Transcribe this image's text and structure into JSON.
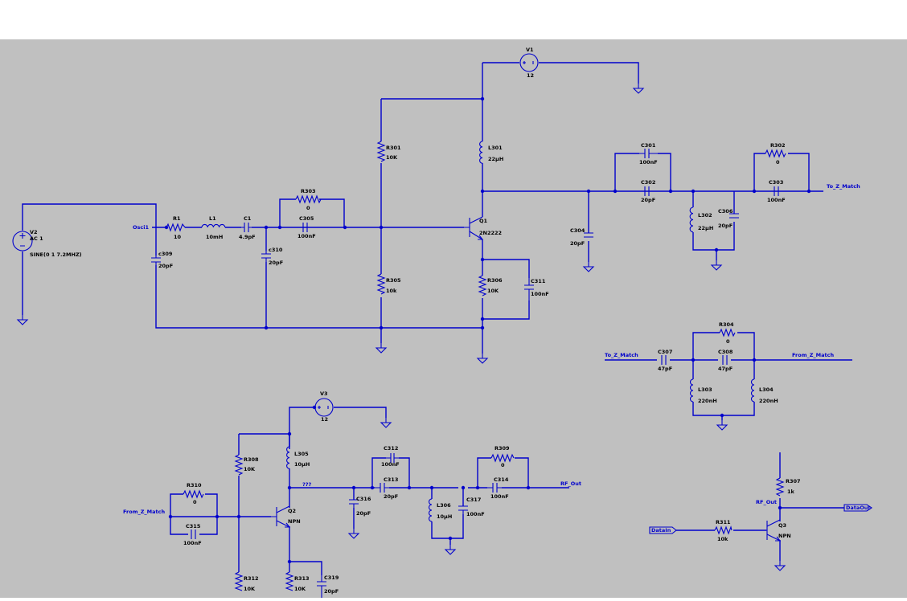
{
  "sources": {
    "v1": {
      "name": "V1",
      "value": "12"
    },
    "v2": {
      "name": "V2",
      "value": "AC 1",
      "extra": "SINE(0 1 7.2MHZ)"
    },
    "v3": {
      "name": "V3",
      "value": "12"
    }
  },
  "nets": {
    "osci1": "Osci1",
    "to_z_match_out": "To_Z_Match",
    "to_z_match_in": "To_Z_Match",
    "from_z_match_out": "From_Z_Match",
    "from_z_match_in": "From_Z_Match",
    "qqq": "???",
    "rf_out": "RF_Out",
    "rf_out_in": "RF_Out",
    "datain": "DataIn",
    "dataout": "DataOut"
  },
  "components": {
    "r1": {
      "name": "R1",
      "value": "10"
    },
    "l1": {
      "name": "L1",
      "value": "10mH"
    },
    "c1": {
      "name": "C1",
      "value": "4.9pF"
    },
    "c309": {
      "name": "c309",
      "value": "20pF"
    },
    "c310": {
      "name": "c310",
      "value": "20pF"
    },
    "r303": {
      "name": "R303",
      "value": "0"
    },
    "c305": {
      "name": "C305",
      "value": "100nF"
    },
    "r301": {
      "name": "R301",
      "value": "10K"
    },
    "r305": {
      "name": "R305",
      "value": "10k"
    },
    "q1": {
      "name": "Q1",
      "value": "2N2222"
    },
    "l301": {
      "name": "L301",
      "value": "22μH"
    },
    "r306": {
      "name": "R306",
      "value": "10K"
    },
    "c311": {
      "name": "C311",
      "value": "100nF"
    },
    "c304": {
      "name": "C304",
      "value": "20pF"
    },
    "c301": {
      "name": "C301",
      "value": "100nF"
    },
    "c302": {
      "name": "C302",
      "value": "20pF"
    },
    "l302": {
      "name": "L302",
      "value": "22μH"
    },
    "c306": {
      "name": "C306",
      "value": "20pF"
    },
    "r302": {
      "name": "R302",
      "value": "0"
    },
    "c303": {
      "name": "C303",
      "value": "100nF"
    },
    "r304": {
      "name": "R304",
      "value": "0"
    },
    "c307": {
      "name": "C307",
      "value": "47pF"
    },
    "c308": {
      "name": "C308",
      "value": "47pF"
    },
    "l303": {
      "name": "L303",
      "value": "220nH"
    },
    "l304": {
      "name": "L304",
      "value": "220nH"
    },
    "r308": {
      "name": "R308",
      "value": "10K"
    },
    "l305": {
      "name": "L305",
      "value": "10μH"
    },
    "r310": {
      "name": "R310",
      "value": "0"
    },
    "c315": {
      "name": "C315",
      "value": "100nF"
    },
    "q2": {
      "name": "Q2",
      "value": "NPN"
    },
    "r312": {
      "name": "R312",
      "value": "10K"
    },
    "r313": {
      "name": "R313",
      "value": "10K"
    },
    "c319": {
      "name": "C319",
      "value": "20pF"
    },
    "c316": {
      "name": "C316",
      "value": "20pF"
    },
    "c312": {
      "name": "C312",
      "value": "100nF"
    },
    "c313": {
      "name": "C313",
      "value": "20pF"
    },
    "l306": {
      "name": "L306",
      "value": "10μH"
    },
    "c317": {
      "name": "C317",
      "value": "100nF"
    },
    "r309": {
      "name": "R309",
      "value": "0"
    },
    "c314": {
      "name": "C314",
      "value": "100nF"
    },
    "r307": {
      "name": "R307",
      "value": "1k"
    },
    "r311": {
      "name": "R311",
      "value": "10k"
    },
    "q3": {
      "name": "Q3",
      "value": "NPN"
    }
  }
}
